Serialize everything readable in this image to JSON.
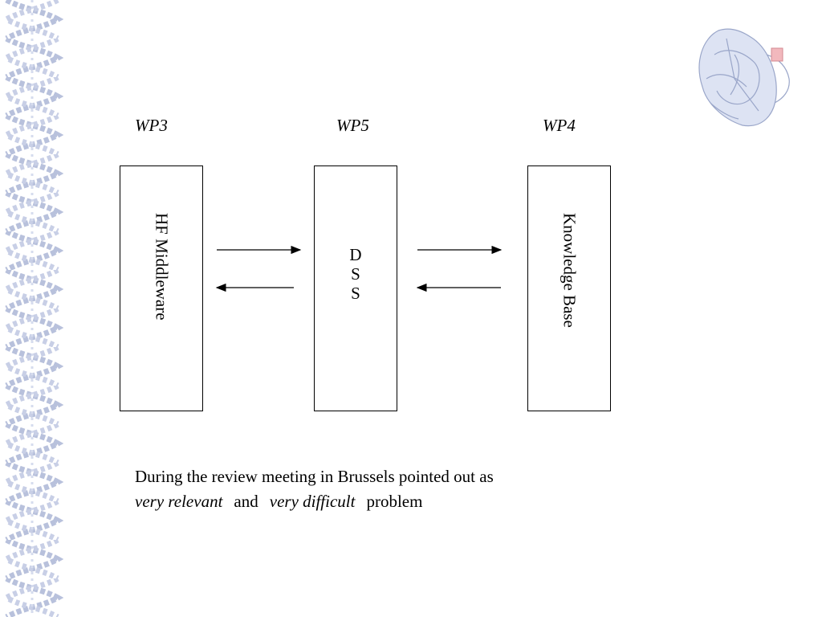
{
  "labels": {
    "wp3": "WP3",
    "wp5": "WP5",
    "wp4": "WP4"
  },
  "boxes": {
    "left": "HF Middleware",
    "middle": [
      "D",
      "S",
      "S"
    ],
    "right": "Knowledge Base"
  },
  "caption": {
    "line1": "During the review meeting in Brussels pointed out as",
    "term1": "very relevant",
    "conj": "and",
    "term2": "very difficult",
    "tail": "problem"
  },
  "colors": {
    "border_pattern": "#b8c1dc",
    "logo_fill": "#c9d1ea",
    "logo_accent": "#f2b8bd"
  }
}
